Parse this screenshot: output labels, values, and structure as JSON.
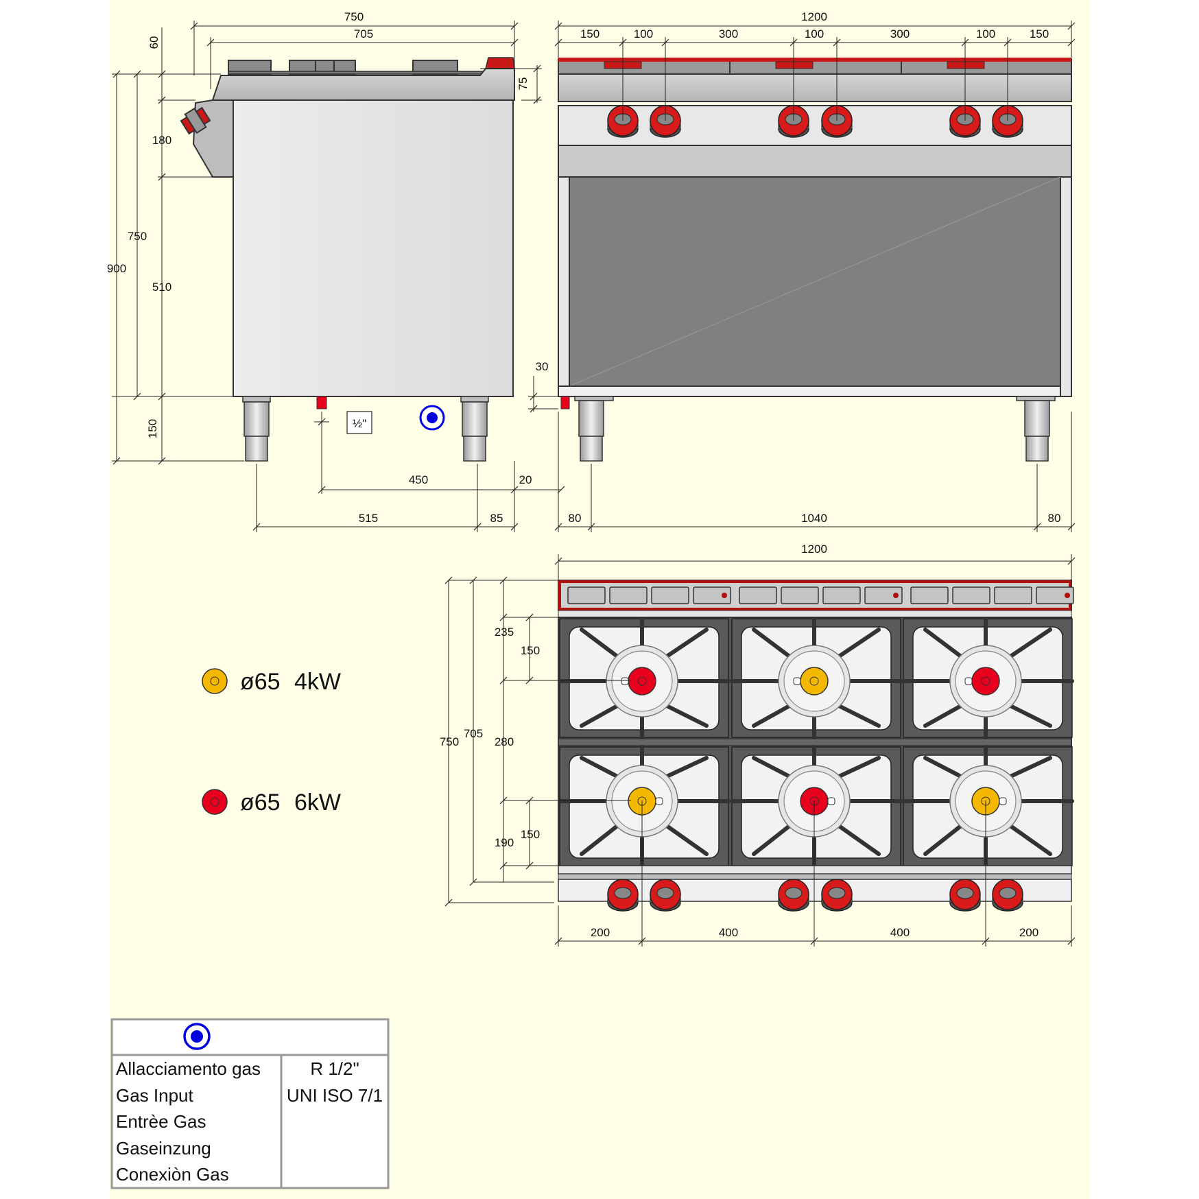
{
  "colors": {
    "background": "#FFFFE8",
    "burner_4kw": "#F5B800",
    "burner_6kw": "#E8001C",
    "knob_red": "#D91A1A",
    "gas_symbol": "#0000E0",
    "steel": "#C8C8C8",
    "cabinet_interior": "#808080"
  },
  "side_view": {
    "top_width": "750",
    "top_inner": "705",
    "top_offset": "60",
    "top_thickness": "75",
    "panel_height": "180",
    "body_height": "750",
    "total_height": "900",
    "cabinet_height": "510",
    "leg_height": "150",
    "gas_inlet_size": "½\"",
    "gas_inlet_offset": "450",
    "gas_inlet_edge": "20",
    "leg_spacing": "515",
    "leg_to_back": "85"
  },
  "front_view": {
    "total_width": "1200",
    "top_spacing": [
      "150",
      "100",
      "300",
      "100",
      "300",
      "100",
      "150"
    ],
    "inlet_height": "30",
    "leg_edge_left": "80",
    "leg_spacing": "1040",
    "leg_edge_right": "80"
  },
  "top_view": {
    "total_width": "1200",
    "depth_total": "750",
    "depth_inner": "705",
    "dim_235": "235",
    "dim_150_top": "150",
    "dim_280": "280",
    "dim_190": "190",
    "dim_150_bottom": "150",
    "bottom_spacing": [
      "200",
      "400",
      "400",
      "200"
    ],
    "burners_row1": [
      "6kW",
      "4kW",
      "6kW"
    ],
    "burners_row2": [
      "4kW",
      "6kW",
      "4kW"
    ]
  },
  "legend": [
    {
      "icon": "burner-4kw-icon",
      "diameter": "ø65",
      "power": "4kW",
      "color": "#F5B800"
    },
    {
      "icon": "burner-6kw-icon",
      "diameter": "ø65",
      "power": "6kW",
      "color": "#E8001C"
    }
  ],
  "gas_table": {
    "labels": [
      "Allacciamento gas",
      "Gas Input",
      "Entrèe Gas",
      "Gaseinzung",
      "Conexiòn Gas"
    ],
    "values": [
      "R 1/2\"",
      "UNI ISO 7/1"
    ]
  }
}
